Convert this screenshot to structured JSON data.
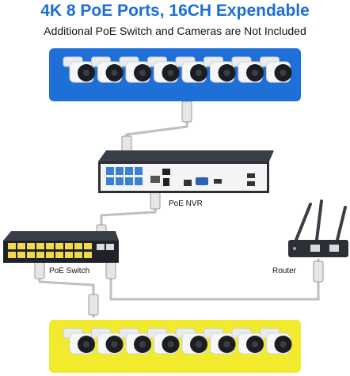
{
  "header": {
    "title": "4K 8 PoE Ports, 16CH Expendable",
    "subtitle": "Additional PoE Switch and Cameras are Not Included"
  },
  "labels": {
    "nvr": "PoE NVR",
    "switch": "PoE Switch",
    "router": "Router"
  },
  "colors": {
    "title": "#1a6fd6",
    "top_panel": "#1f6fd9",
    "bottom_panel": "#f2ea2c",
    "cable": "#bfbfbf",
    "device_dark": "#2b2f36",
    "poe_port": "#3d7fd6",
    "switch_port": "#f2d94a"
  },
  "groups": [
    {
      "name": "top-camera-group",
      "count": 8
    },
    {
      "name": "bottom-camera-group",
      "count": 8
    }
  ]
}
